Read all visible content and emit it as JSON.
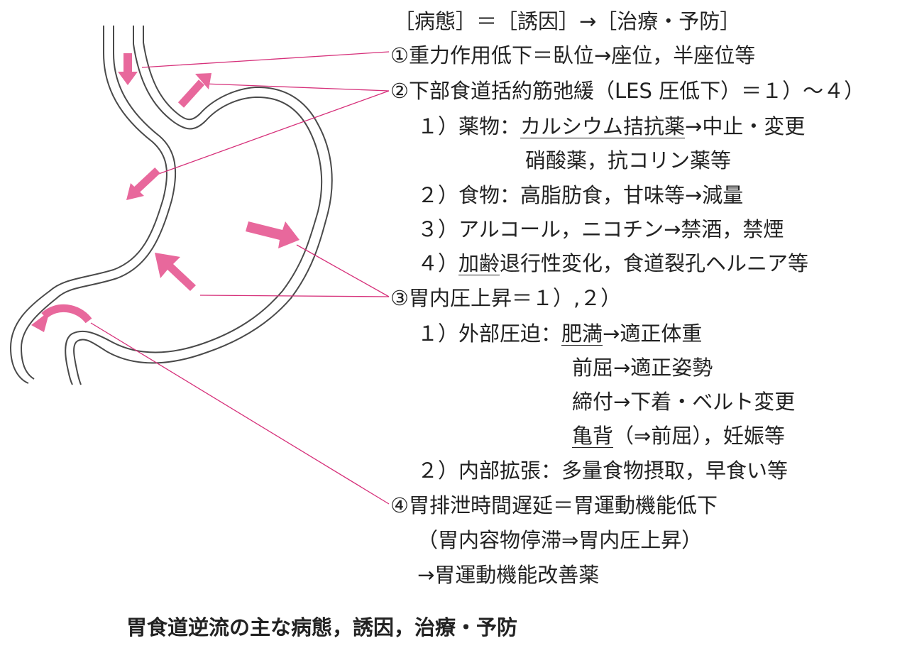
{
  "header": "［病態］＝［誘因］→［治療・予防］",
  "items": {
    "i1": {
      "text": "①重力作用低下＝臥位→座位，半座位等"
    },
    "i2": {
      "text": "②下部食道括約筋弛緩（LES 圧低下）＝１）～４）",
      "s1_prefix": "１）薬物：",
      "s1_underlined": "カルシウム拮抗薬",
      "s1_suffix": "→中止・変更",
      "s1_line2": "硝酸薬，抗コリン薬等",
      "s2": "２）食物：高脂肪食，甘味等→減量",
      "s3": "３）アルコール，ニコチン→禁酒，禁煙",
      "s4_prefix": "４）",
      "s4_underlined": "加齢",
      "s4_suffix": "退行性変化，食道裂孔ヘルニア等"
    },
    "i3": {
      "text": "③胃内圧上昇＝１）,２）",
      "s1_prefix": "１）外部圧迫：",
      "s1_a_underlined": "肥満",
      "s1_a_suffix": "→適正体重",
      "s1_b": "前屈→適正姿勢",
      "s1_c": "締付→下着・ベルト変更",
      "s1_d_underlined": "亀背",
      "s1_d_suffix": "（⇒前屈），妊娠等",
      "s2": "２）内部拡張：多量食物摂取，早食い等"
    },
    "i4": {
      "text": "④胃排泄時間遅延＝胃運動機能低下",
      "line2": "（胃内容物停滞⇒胃内圧上昇）",
      "line3": "→胃運動機能改善薬"
    }
  },
  "caption": "胃食道逆流の主な病態，誘因，治療・予防",
  "colors": {
    "arrow": "#e8689c",
    "leader": "#d6307a",
    "outline": "#4a4a4a"
  }
}
